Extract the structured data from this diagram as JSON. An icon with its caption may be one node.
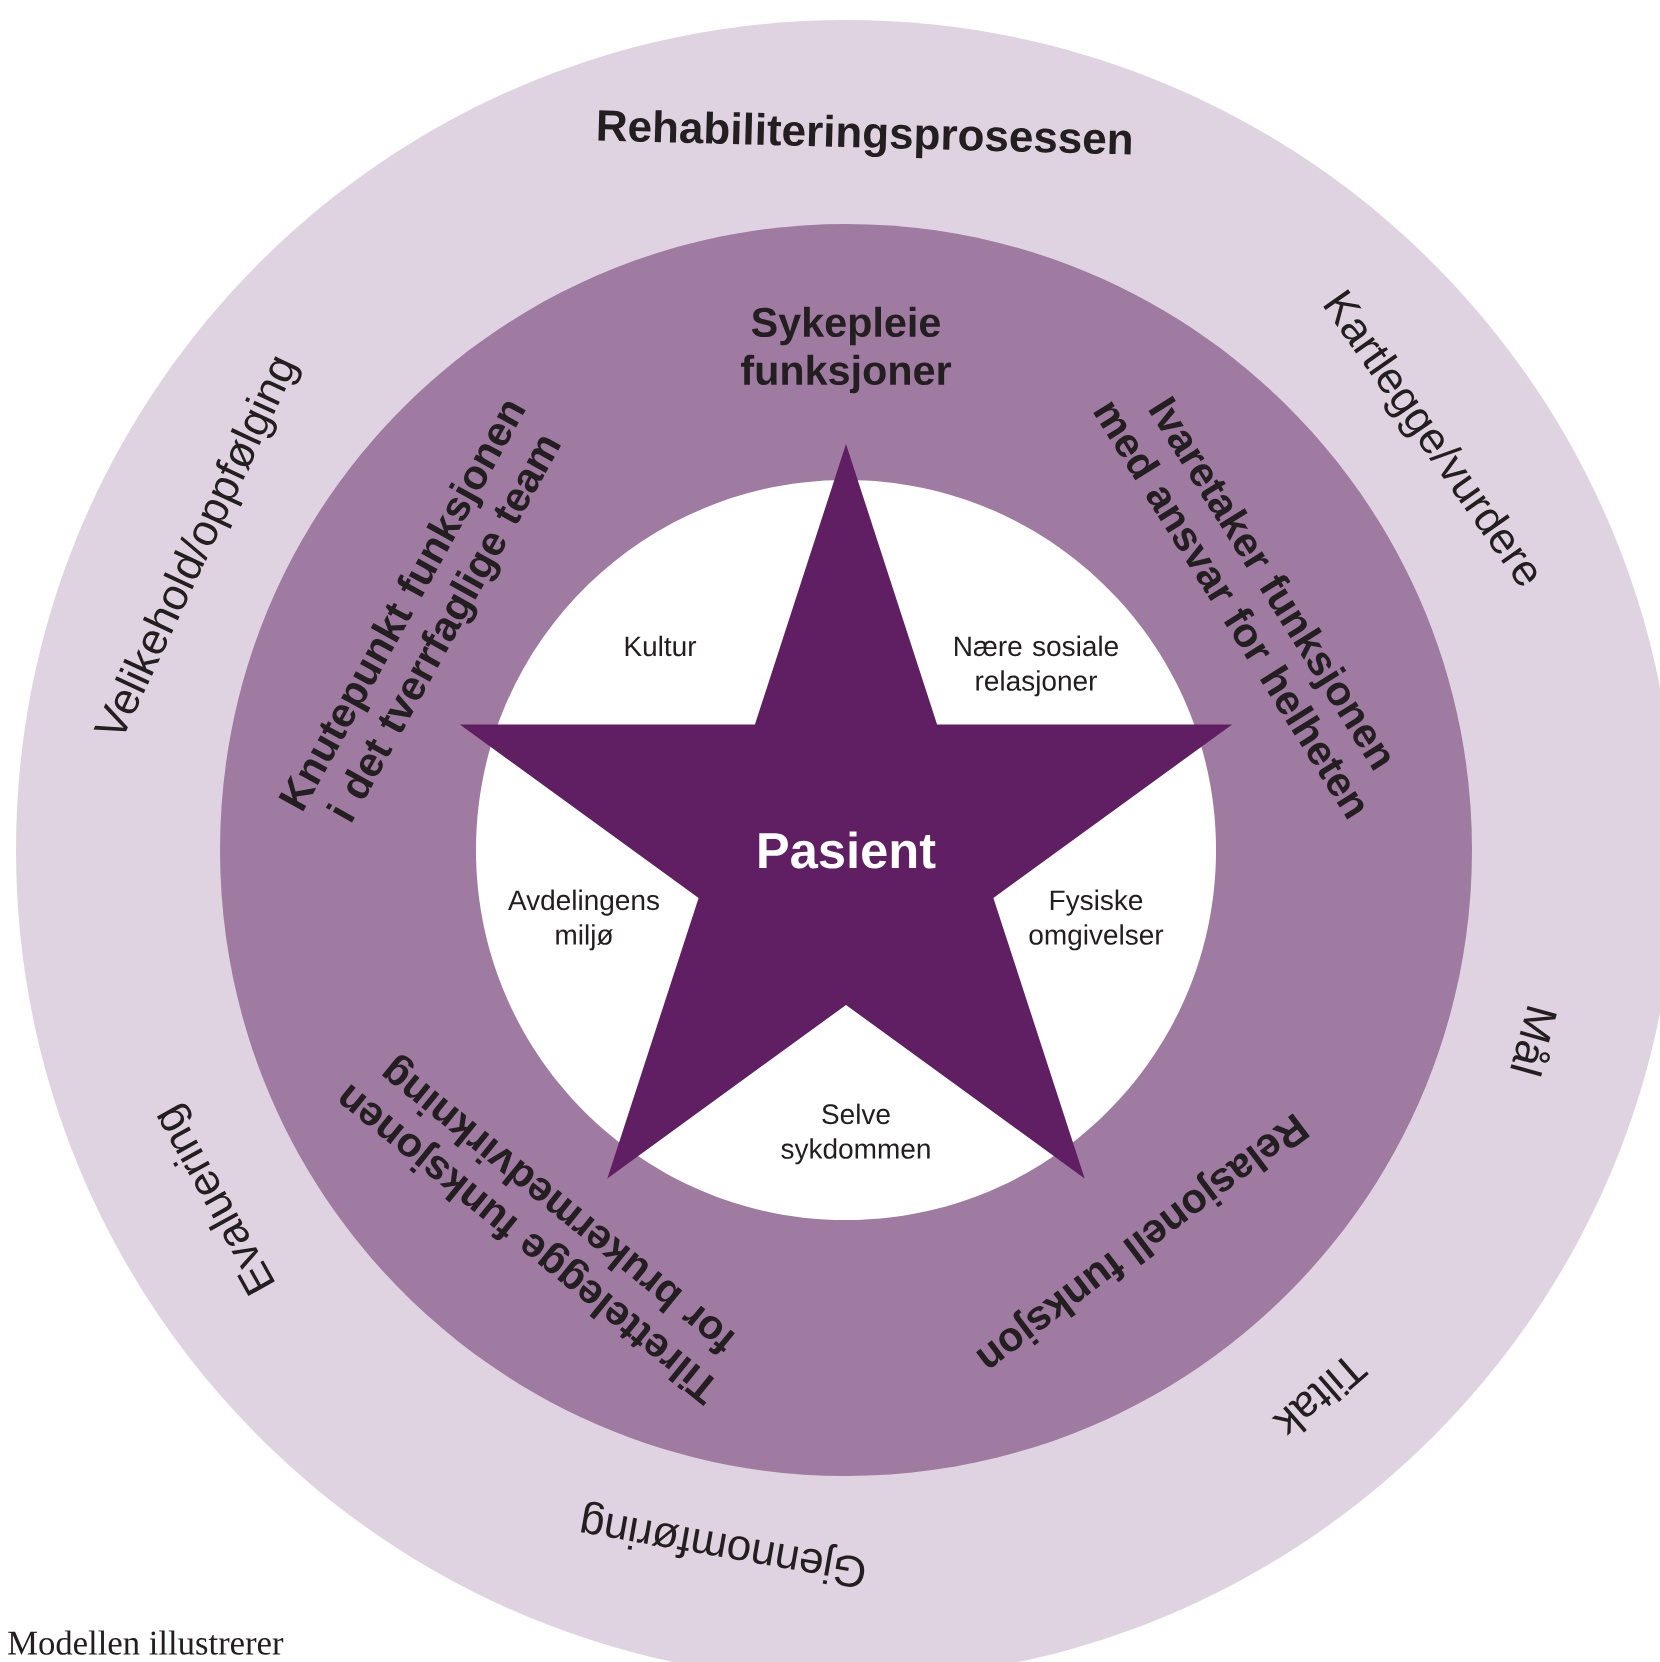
{
  "diagram": {
    "nodes": [
      {
        "text": [
          "Rehabiliteringsprosessen",
          "Kartlegge/vurdere",
          "Mål",
          "Tiltak",
          "Gjennomføring",
          "Evaluering",
          "Velikehold/oppfølging"
        ]
      },
      {
        "text": [
          "Sykepleie funksjoner",
          "Ivaretaker funksjonen med ansvar for helheten",
          "Relasjonell funksjon",
          "Tilrettelegge funksjonen for brukermedvirkning",
          "Knutepunkt funksjonen i det tverrfaglige team"
        ],
        "in": 0
      },
      {
        "text": [
          "Kultur",
          "Nære sosiale relasjoner",
          "Fysiske omgivelser",
          "Selve sykdommen",
          "Avdelingens miljø"
        ],
        "in": 1
      },
      {
        "text": [
          "Pasient"
        ],
        "in": 2
      }
    ],
    "labels": [
      "Modellen illustrerer"
    ]
  }
}
